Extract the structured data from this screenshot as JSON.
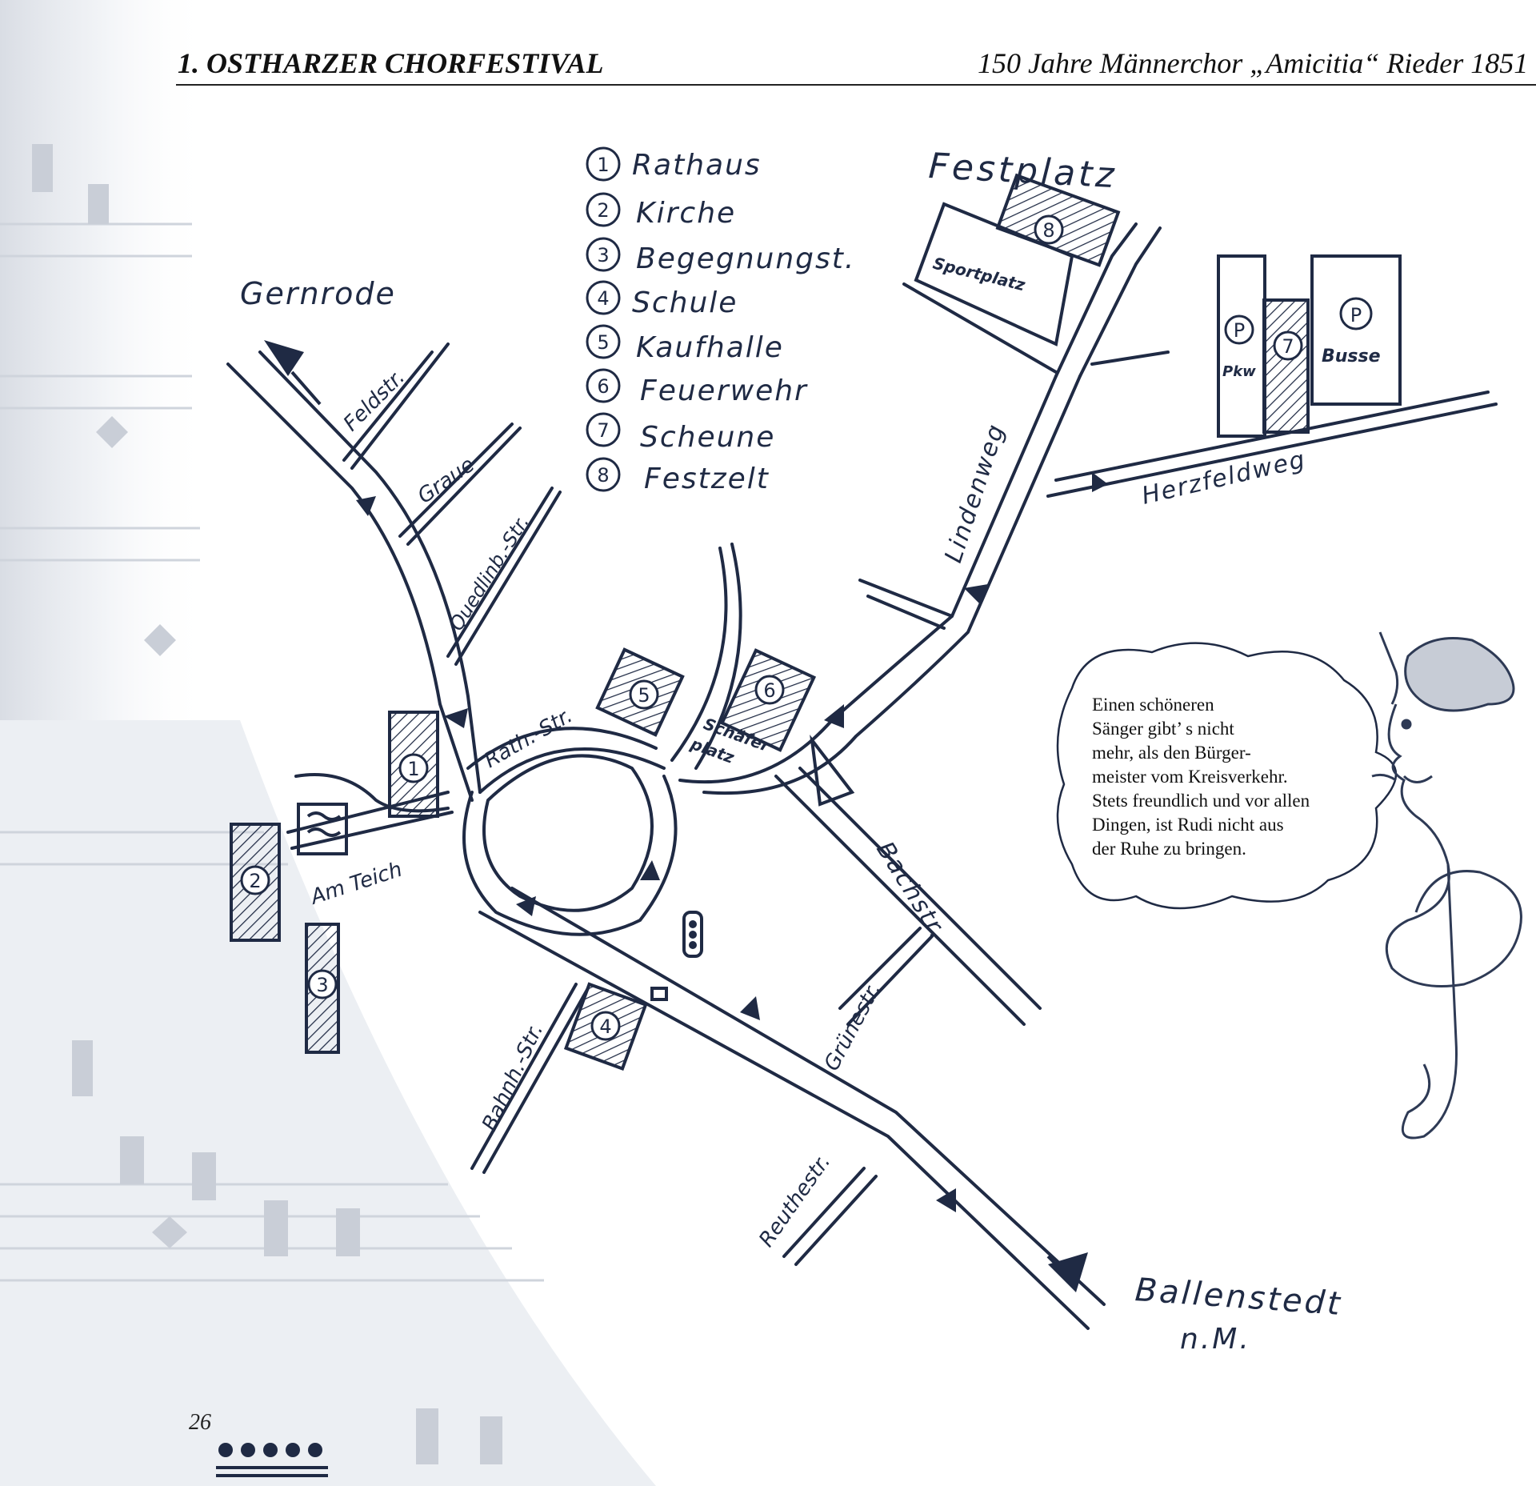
{
  "header": {
    "left_title": "1. OSTHARZER CHORFESTIVAL",
    "right_title": "150 Jahre Männerchor „Amicitia“ Rieder 1851 e.V"
  },
  "legend": {
    "items": [
      {
        "number": "1",
        "label": "Rathaus"
      },
      {
        "number": "2",
        "label": "Kirche"
      },
      {
        "number": "3",
        "label": "Begegnungst."
      },
      {
        "number": "4",
        "label": "Schule"
      },
      {
        "number": "5",
        "label": "Kaufhalle"
      },
      {
        "number": "6",
        "label": "Feuerwehr"
      },
      {
        "number": "7",
        "label": "Scheune"
      },
      {
        "number": "8",
        "label": "Festzelt"
      }
    ]
  },
  "places": {
    "gernrode": "Gernrode",
    "festplatz": "Festplatz",
    "sportplatz": "Sportplatz",
    "ballenstedt_line1": "Ballenstedt",
    "ballenstedt_line2": "n.M."
  },
  "streets": {
    "feldstr": "Feldstr.",
    "graue": "Graue",
    "quedlinb": "Quedlinb.-Str.",
    "rathstr": "Rath.-Str.",
    "schaeferplatz_1": "Schäfer",
    "schaeferplatz_2": "platz",
    "am_teich": "Am Teich",
    "lindenweg": "Lindenweg",
    "herzfeldweg": "Herzfeldweg",
    "bachstr": "Bachstr.",
    "gruenestr": "Grünestr.",
    "bahnhstr": "Bahnh.-Str.",
    "reuthestr": "Reuthestr."
  },
  "parking": {
    "p_symbol": "P",
    "pkw": "Pkw",
    "busse": "Busse"
  },
  "markers": {
    "m1": "1",
    "m2": "2",
    "m3": "3",
    "m4": "4",
    "m5": "5",
    "m6": "6",
    "m7": "7",
    "m8": "8"
  },
  "speech_bubble": {
    "lines": [
      "Einen schöneren",
      "Sänger gibt’ s nicht",
      "mehr, als den Bürger-",
      "meister vom Kreisverkehr.",
      "Stets freundlich und vor allen",
      "Dingen, ist Rudi nicht aus",
      "der Ruhe zu bringen."
    ]
  },
  "page_number": "26",
  "colors": {
    "ink": "#1f2a44",
    "background_sheet": "#e4e8ee"
  }
}
